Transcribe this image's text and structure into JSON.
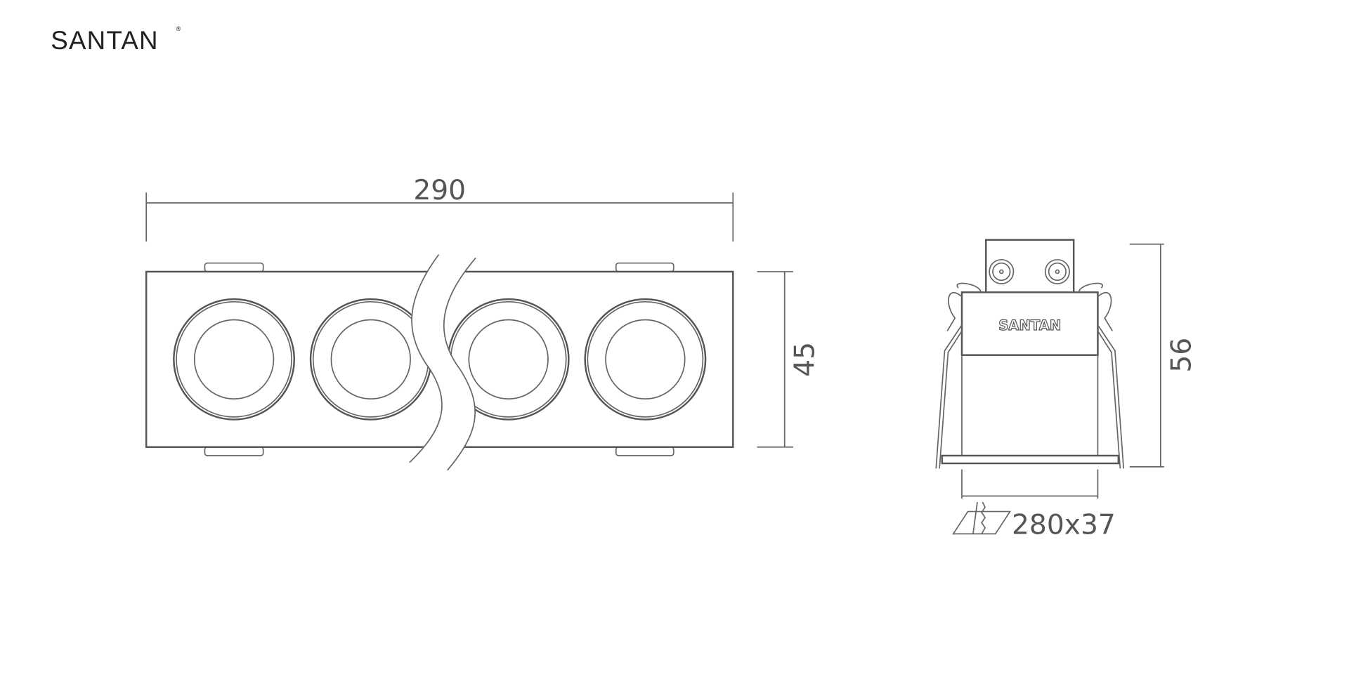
{
  "brand": {
    "logo": "SANTAN",
    "registered": "®"
  },
  "front_view": {
    "width_label": "290",
    "height_label": "45",
    "lens_count": 4
  },
  "side_view": {
    "height_label": "56",
    "product_mark": "SANTAN"
  },
  "cutout": {
    "label": "280x37",
    "icon": "ceiling-cutout-icon"
  },
  "colors": {
    "line": "#555555",
    "background": "#ffffff"
  }
}
